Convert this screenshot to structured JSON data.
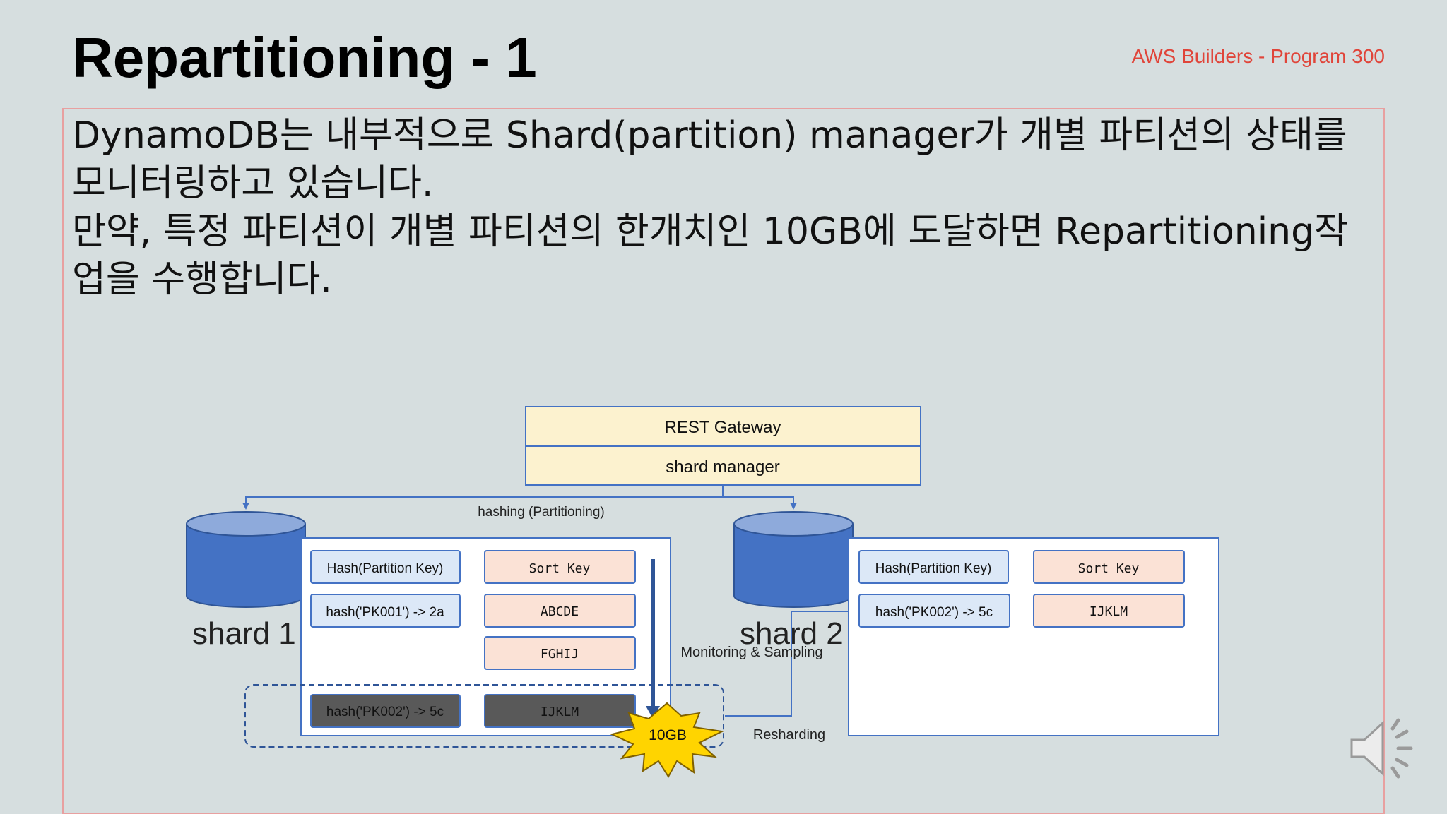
{
  "slide": {
    "title": "Repartitioning  - 1",
    "brand": "AWS Builders - Program 300"
  },
  "body": {
    "paragraph1": "DynamoDB는 내부적으로 Shard(partition) manager가 개별 파티션의 상태를 모니터링하고 있습니다.",
    "paragraph2": "만약, 특정 파티션이 개별 파티션의 한개치인 10GB에 도달하면 Repartitioning작업을 수행합니다."
  },
  "diagram": {
    "gateway_label": "REST Gateway",
    "manager_label": "shard manager",
    "hashing_label": "hashing (Partitioning)",
    "monitoring_label": "Monitoring & Sampling",
    "resharding_label": "Resharding",
    "burst_label": "10GB",
    "shard1": {
      "label": "shard 1",
      "hash_header": "Hash(Partition Key)",
      "sort_header": "Sort Key",
      "hash_row1": "hash('PK001') -> 2a",
      "sort_row1": "ABCDE",
      "sort_row2": "FGHIJ",
      "moving_hash": "hash('PK002') -> 5c",
      "moving_sort": "IJKLM"
    },
    "shard2": {
      "label": "shard 2",
      "hash_header": "Hash(Partition Key)",
      "sort_header": "Sort Key",
      "hash_row1": "hash('PK002') -> 5c",
      "sort_row1": "IJKLM"
    }
  },
  "colors": {
    "brand": "#e0453a",
    "gateway_fill": "#fcf2cf",
    "db_cylinder": "#4472c4",
    "hash_cell": "#dce8f7",
    "sort_cell": "#fbe2d6",
    "moved_cell": "#595959",
    "burst": "#ffd400",
    "line": "#4472c4"
  },
  "icons": [
    "speaker-icon"
  ]
}
